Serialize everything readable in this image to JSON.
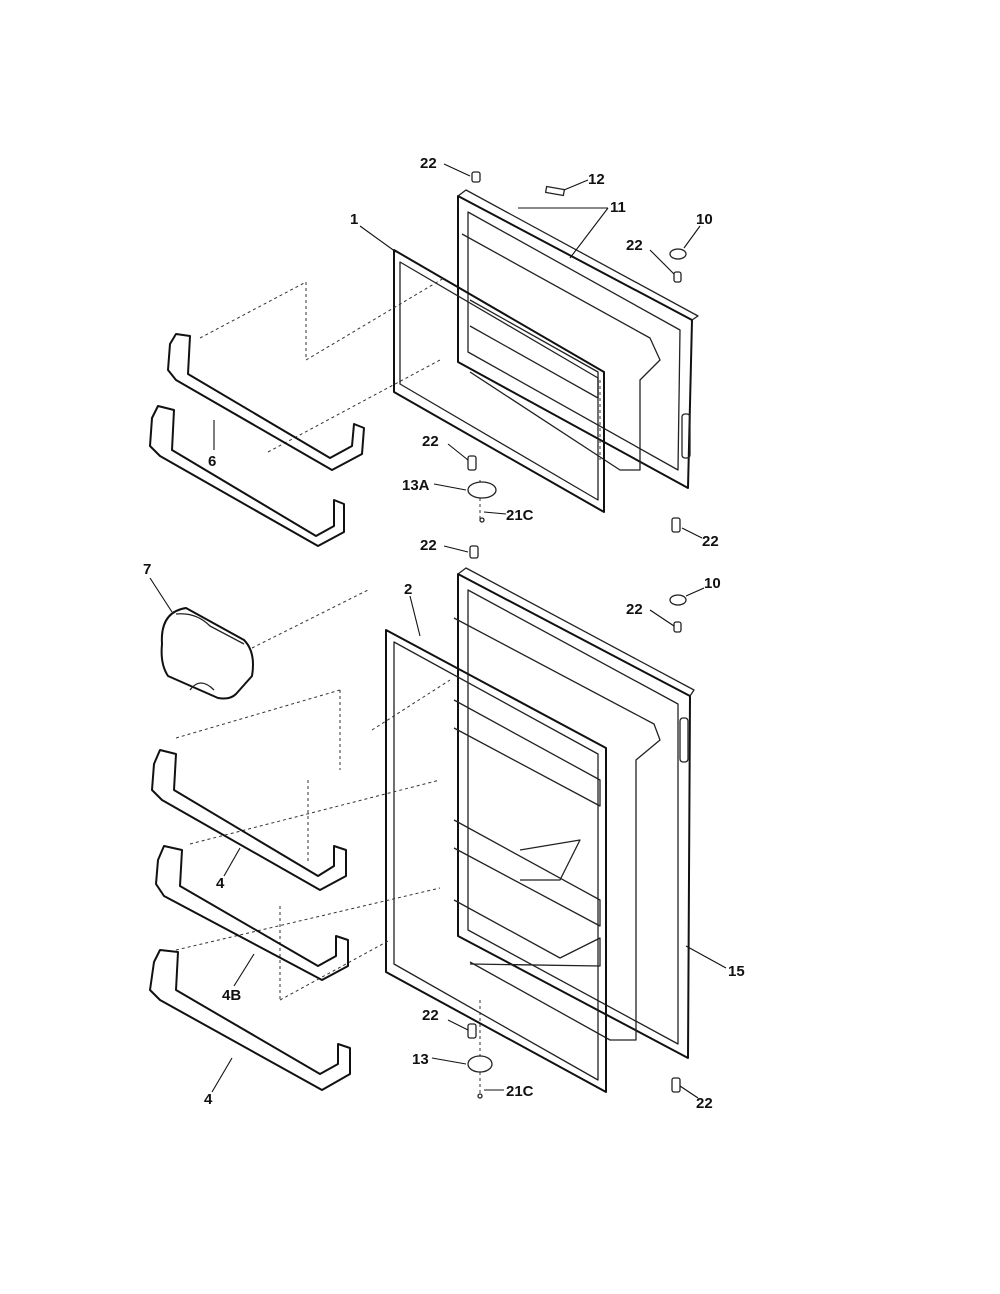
{
  "labels": {
    "top_hinge_screw": "22",
    "handle_trim": "12",
    "freezer_door": "11",
    "top_plug": "10",
    "top_plug_screw": "22",
    "freezer_gasket": "1",
    "freezer_shelf": "6",
    "mid_hinge_pin_upper": "22",
    "mid_hinge": "13A",
    "mid_hinge_screw": "21C",
    "freezer_door_stop": "22",
    "mid_hinge_pin_lower": "22",
    "butter_dish": "7",
    "fresh_gasket": "2",
    "lower_plug": "10",
    "lower_plug_screw": "22",
    "shelf_a": "4",
    "shelf_b": "4B",
    "shelf_c": "4",
    "fresh_door": "15",
    "bottom_hinge_pin": "22",
    "bottom_hinge": "13",
    "bottom_hinge_screw": "21C",
    "fresh_door_stop": "22"
  }
}
